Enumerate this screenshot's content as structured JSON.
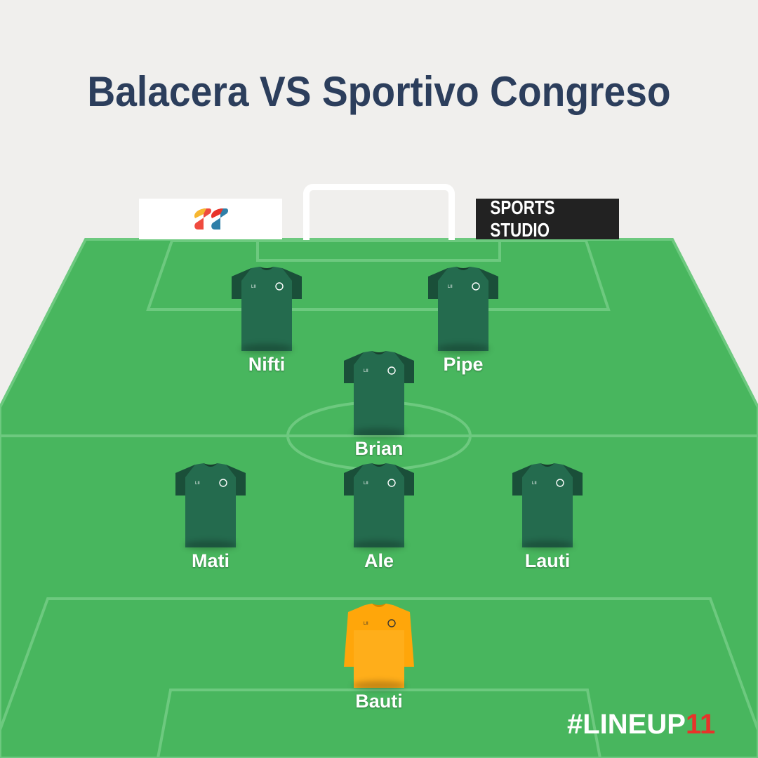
{
  "match": {
    "title": "Balacera VS Sportivo Congreso"
  },
  "sponsors": {
    "left_logo": "ss-logo",
    "right_text": "SPORTS STUDIO"
  },
  "colors": {
    "pitch": "#48b65e",
    "pitch_lines": "#6dc97f",
    "outfield_kit": "#246b4e",
    "outfield_kit_sleeves": "#1a4f39",
    "goalkeeper_kit": "#ffa60a",
    "hashtag_accent": "#e8332a"
  },
  "players": [
    {
      "name": "Nifti",
      "role": "outfield",
      "shirt_label": "LII"
    },
    {
      "name": "Pipe",
      "role": "outfield",
      "shirt_label": "LII"
    },
    {
      "name": "Brian",
      "role": "outfield",
      "shirt_label": "LII"
    },
    {
      "name": "Mati",
      "role": "outfield",
      "shirt_label": "LII"
    },
    {
      "name": "Ale",
      "role": "outfield",
      "shirt_label": "LII"
    },
    {
      "name": "Lauti",
      "role": "outfield",
      "shirt_label": "LII"
    },
    {
      "name": "Bauti",
      "role": "goalkeeper",
      "shirt_label": "LII"
    }
  ],
  "branding": {
    "hashtag_prefix": "#LINEUP",
    "hashtag_number": "11"
  }
}
